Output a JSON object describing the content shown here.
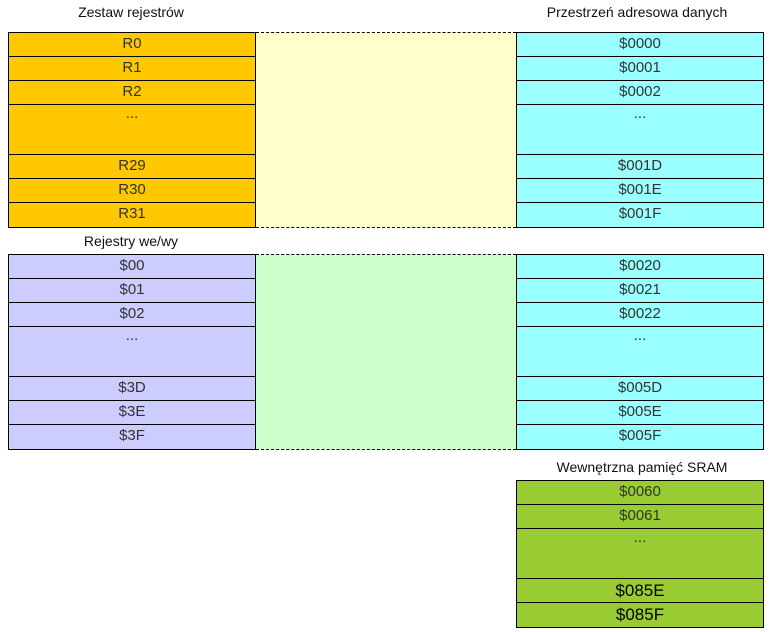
{
  "headings": {
    "register_file": "Zestaw rejestrów",
    "data_address_space": "Przestrzeń adresowa danych",
    "io_registers": "Rejestry we/wy",
    "internal_sram": "Wewnętrzna pamięć SRAM"
  },
  "register_file": [
    "R0",
    "R1",
    "R2",
    "...",
    "R29",
    "R30",
    "R31"
  ],
  "io_registers": [
    "$00",
    "$01",
    "$02",
    "...",
    "$3D",
    "$3E",
    "$3F"
  ],
  "data_space_upper": [
    "$0000",
    "$0001",
    "$0002",
    "...",
    "$001D",
    "$001E",
    "$001F"
  ],
  "data_space_lower": [
    "$0020",
    "$0021",
    "$0022",
    "...",
    "$005D",
    "$005E",
    "$005F"
  ],
  "sram": [
    "$0060",
    "$0061",
    "...",
    "$085E",
    "$085F"
  ],
  "colors": {
    "register_file": "#ffc800",
    "io_registers": "#ccccff",
    "data_space": "#99ffff",
    "register_mapping": "#ffffcc",
    "io_mapping": "#ccffcc",
    "sram": "#99cc33"
  }
}
